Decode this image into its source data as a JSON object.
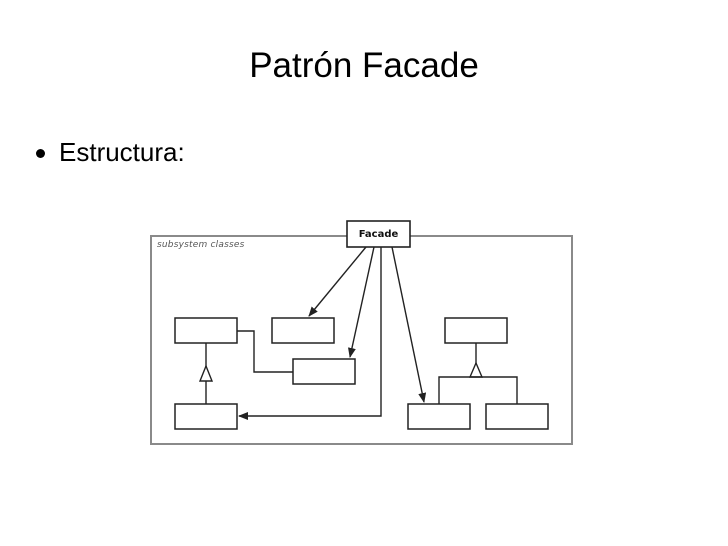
{
  "slide": {
    "title": "Patrón Facade",
    "bullet": "Estructura:"
  },
  "diagram": {
    "subsystem_label": "subsystem classes",
    "facade_label": "Facade"
  },
  "colors": {
    "background": "#ffffff",
    "border": "#222222",
    "frame": "#8a8a8a"
  }
}
